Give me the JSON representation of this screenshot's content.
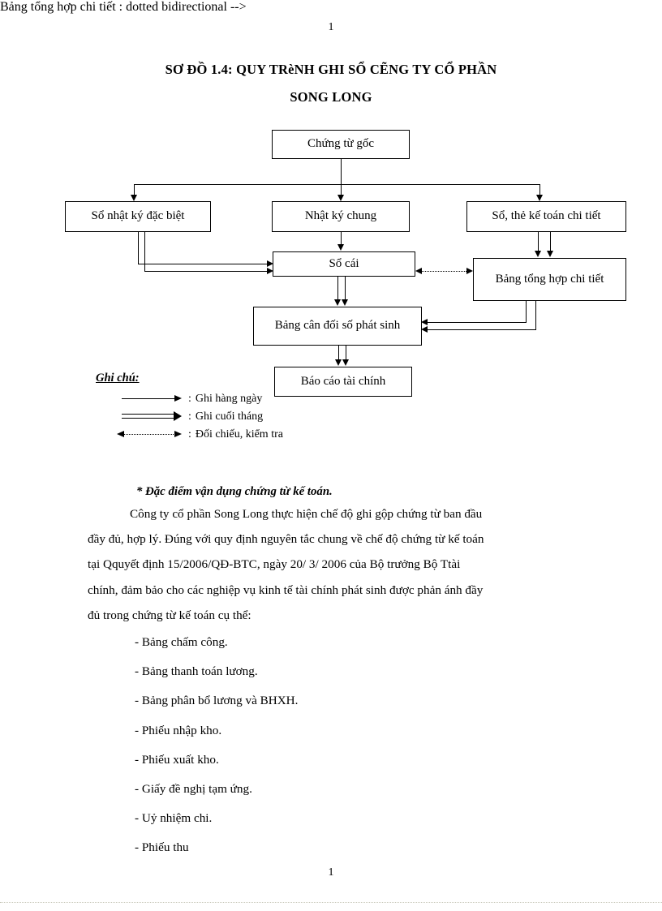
{
  "page": {
    "header_number": "1",
    "footer_number": "1"
  },
  "title": {
    "line1": "SƠ ĐỒ 1.4:  QUY TRèNH GHI SỔ CẼNG TY CỔ PHẦN",
    "line2": "SONG LONG"
  },
  "flowchart": {
    "nodes": [
      {
        "id": "chungtugoc",
        "label": "Chứng từ gốc"
      },
      {
        "id": "sonhatky",
        "label": "Sổ nhật ký đặc biệt"
      },
      {
        "id": "nhatkychung",
        "label": "Nhật ký chung"
      },
      {
        "id": "sothe",
        "label": "Sổ, thẻ kế toán chi tiết"
      },
      {
        "id": "socai",
        "label": "Sổ cái"
      },
      {
        "id": "bangtonghop",
        "label": "Bảng tổng hợp chi tiết"
      },
      {
        "id": "bangcandoi",
        "label": "Bảng cân đối số phát sinh"
      },
      {
        "id": "baocao",
        "label": "Báo cáo tài chính"
      }
    ]
  },
  "legend": {
    "title": "Ghi chú:",
    "items": [
      {
        "symbol": "single-arrow",
        "separator": ":",
        "label": "Ghi hàng ngày"
      },
      {
        "symbol": "double-arrow",
        "separator": ":",
        "label": "Ghi cuối tháng"
      },
      {
        "symbol": "dotted-bidi-arrow",
        "separator": ":",
        "label": "Đối chiếu, kiểm tra"
      }
    ]
  },
  "body": {
    "subheading": "* Đặc điểm vận dụng chứng từ kế toán.",
    "paragraph_lines": [
      "Công ty cổ phần Song Long  thực hiện  chế độ ghi gộp chứng từ ban đầu",
      "đầy đủ, hợp lý. Đúng với quy định nguyên tắc chung về chế độ chứng từ kế toán",
      "tại  Qquyết định  15/2006/QĐ-BTC,  ngày 20/  3/ 2006  của Bộ trưởng Bộ Ttài",
      "chính, đảm bảo cho các nghiệp vụ kinh tế tài chính phát sinh được phản ánh đầy",
      "đủ trong chứng từ kế toán cụ thể:"
    ],
    "bullets": [
      "- Bảng chấm công.",
      "- Bảng thanh toán lương.",
      "- Bảng phân bổ lương và BHXH.",
      "- Phiếu nhập kho.",
      "- Phiếu xuất kho.",
      "- Giấy đề nghị tạm ứng.",
      "- Uỷ nhiệm chi.",
      "- Phiếu thu"
    ]
  }
}
